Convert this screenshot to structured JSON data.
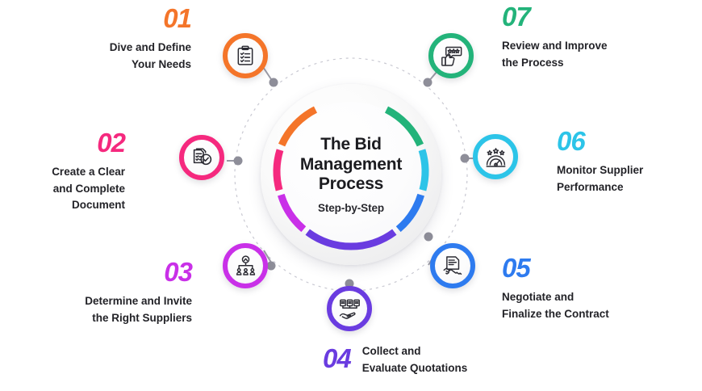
{
  "hub": {
    "title": "The Bid Management Process",
    "subtitle": "Step-by-Step",
    "ring_colors": [
      "#F4752A",
      "#F5297E",
      "#C930E8",
      "#6A3CE0",
      "#2E7BEF",
      "#2CC4E8",
      "#23B37A"
    ]
  },
  "steps": [
    {
      "number": "01",
      "label": "Dive and Define\nYour Needs",
      "color": "#F4752A",
      "icon": "clipboard-checklist-icon"
    },
    {
      "number": "02",
      "label": "Create a Clear\nand Complete\nDocument",
      "color": "#F5297E",
      "icon": "document-approved-icon"
    },
    {
      "number": "03",
      "label": "Determine and Invite\nthe Right Suppliers",
      "color": "#C930E8",
      "icon": "supplier-hierarchy-icon"
    },
    {
      "number": "04",
      "label": "Collect and\nEvaluate Quotations",
      "color": "#6A3CE0",
      "icon": "hand-quotations-icon"
    },
    {
      "number": "05",
      "label": "Negotiate and\nFinalize the Contract",
      "color": "#2E7BEF",
      "icon": "handshake-contract-icon"
    },
    {
      "number": "06",
      "label": "Monitor Supplier\nPerformance",
      "color": "#2CC4E8",
      "icon": "performance-gauge-icon"
    },
    {
      "number": "07",
      "label": "Review and Improve\nthe Process",
      "color": "#23B37A",
      "icon": "thumbs-up-rating-icon"
    }
  ],
  "orbit": {
    "dot_color": "#8e8e99",
    "dash_color": "#c9c9d2"
  }
}
